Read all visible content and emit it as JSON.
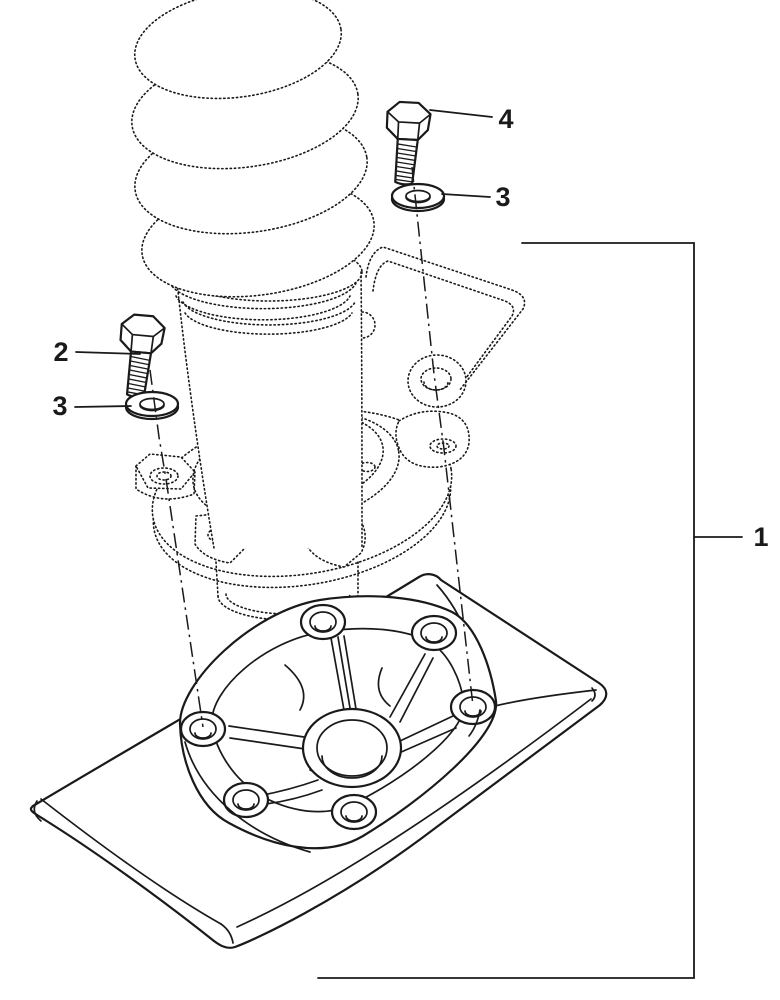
{
  "figure": {
    "type": "exploded-parts-diagram",
    "callouts": {
      "c1": {
        "label": "1"
      },
      "c2": {
        "label": "2"
      },
      "c3_left": {
        "label": "3"
      },
      "c3_right": {
        "label": "3"
      },
      "c4": {
        "label": "4"
      }
    }
  },
  "colors": {
    "line": "#1a1a1a",
    "bg": "#ffffff"
  }
}
